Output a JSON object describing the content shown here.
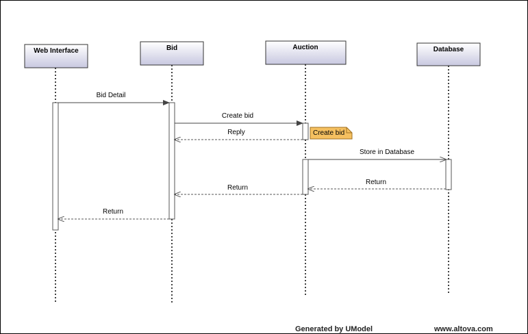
{
  "participants": [
    {
      "id": "web",
      "name": "Web Interface"
    },
    {
      "id": "bid",
      "name": "Bid"
    },
    {
      "id": "auction",
      "name": "Auction"
    },
    {
      "id": "db",
      "name": "Database"
    }
  ],
  "messages": [
    {
      "id": "m1",
      "label": "Bid Detail",
      "from": "web",
      "to": "bid",
      "kind": "sync"
    },
    {
      "id": "m2",
      "label": "Create bid",
      "from": "bid",
      "to": "auction",
      "kind": "sync"
    },
    {
      "id": "m3",
      "label": "Reply",
      "from": "auction",
      "to": "bid",
      "kind": "return"
    },
    {
      "id": "m4",
      "label": "Store in Database",
      "from": "auction",
      "to": "db",
      "kind": "async"
    },
    {
      "id": "m5",
      "label": "Return",
      "from": "db",
      "to": "auction",
      "kind": "return"
    },
    {
      "id": "m6",
      "label": "Return",
      "from": "auction",
      "to": "bid",
      "kind": "return"
    },
    {
      "id": "m7",
      "label": "Return",
      "from": "bid",
      "to": "web",
      "kind": "return"
    }
  ],
  "note": {
    "label": "Create bid",
    "color": "#f5c060"
  },
  "footer": {
    "generated": "Generated by UModel",
    "site": "www.altova.com"
  },
  "colors": {
    "header_top": "#ffffff",
    "header_bottom": "#c8c8e0",
    "line": "#000000",
    "return_line": "#555555"
  }
}
